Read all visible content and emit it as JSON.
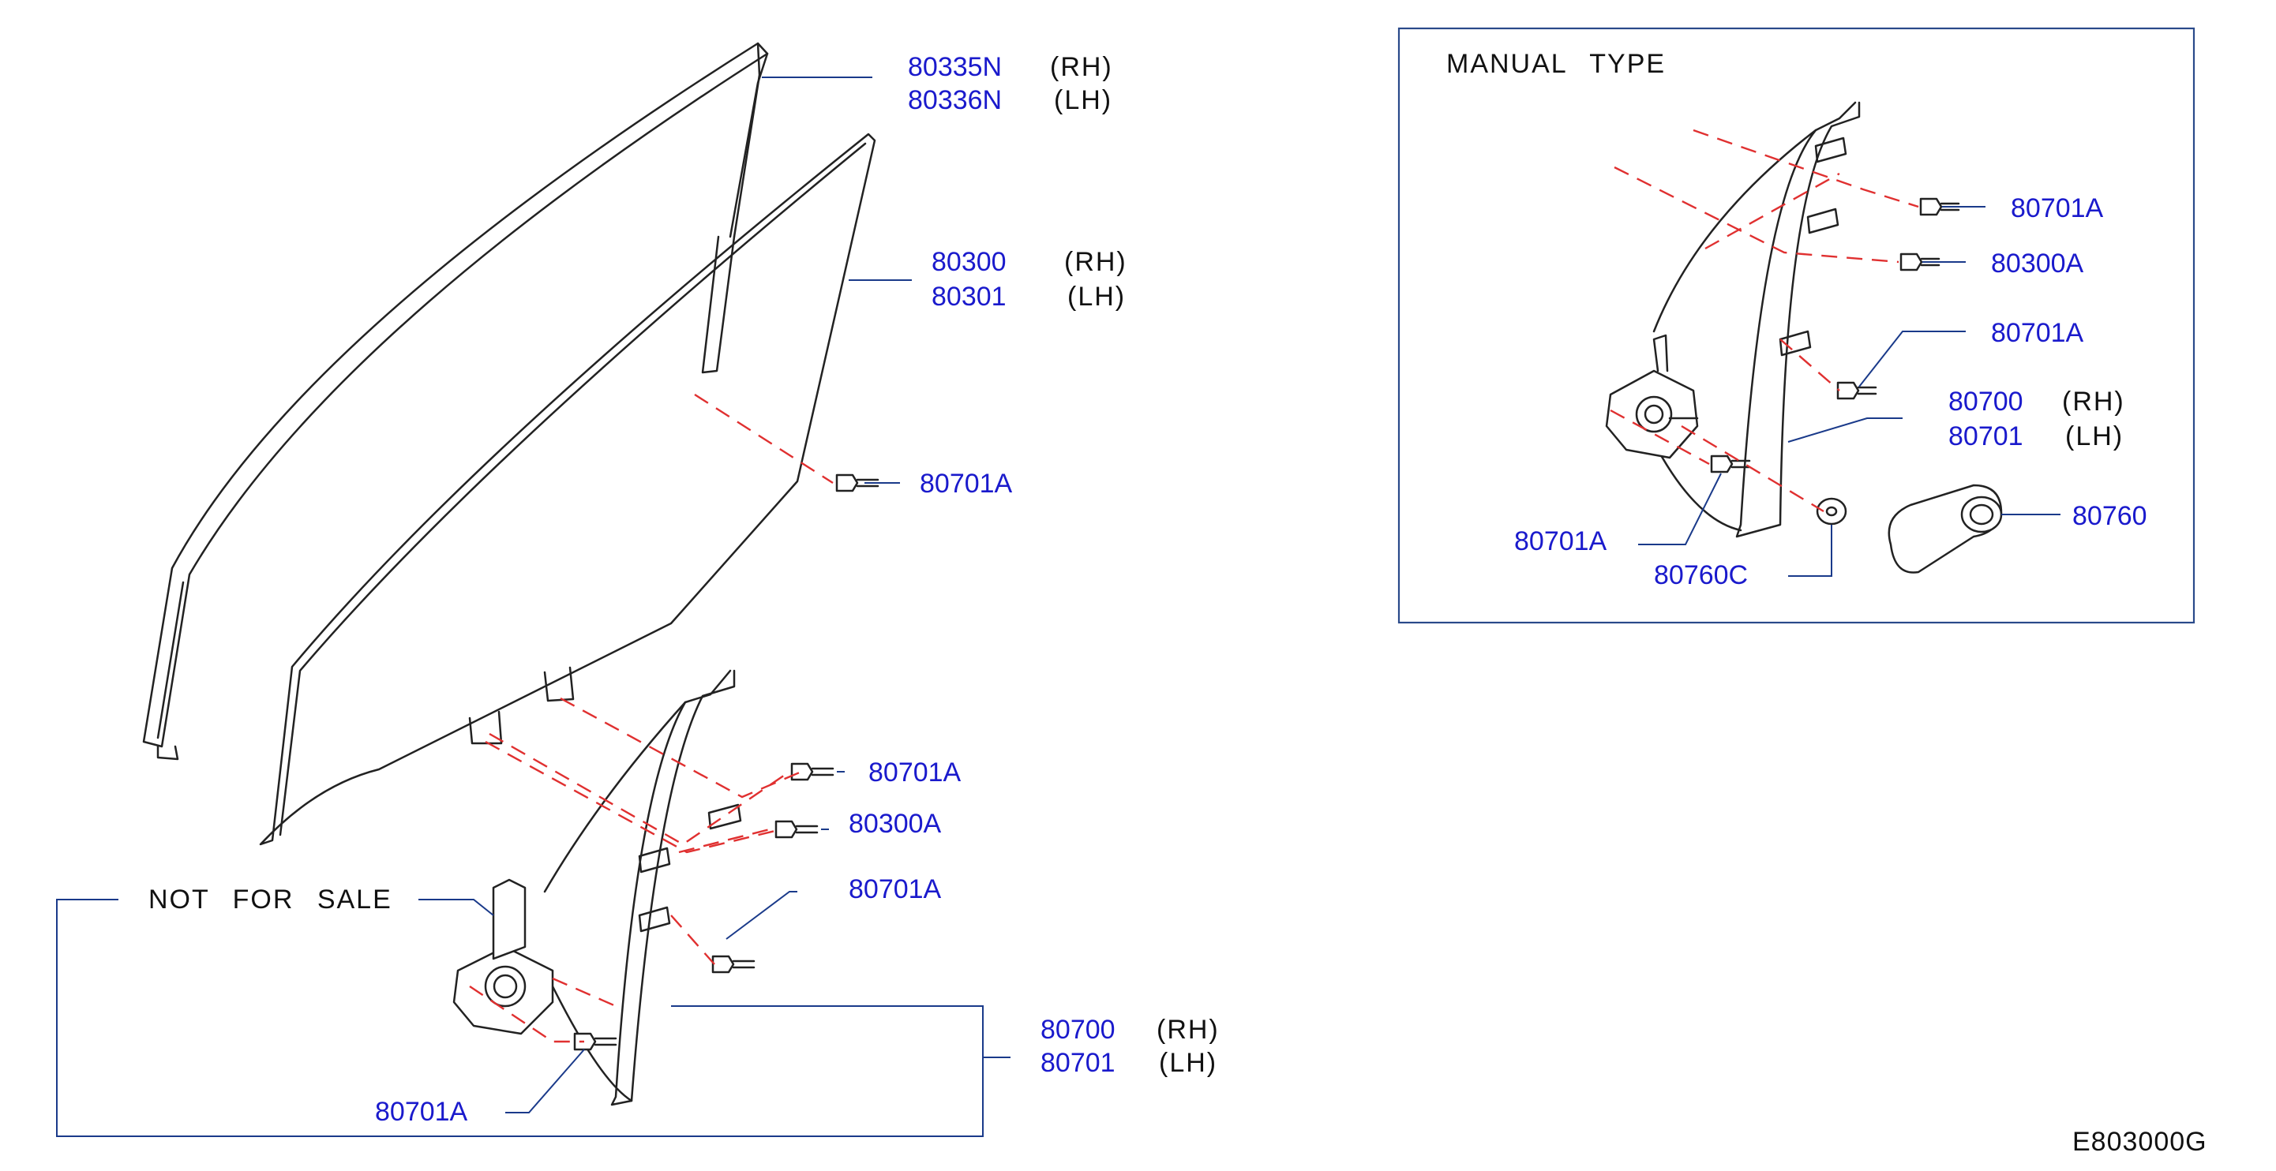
{
  "diagram_code": "E803000G",
  "labels": {
    "sash_rh": {
      "num": "80335N",
      "side": "(RH)"
    },
    "sash_lh": {
      "num": "80336N",
      "side": "(LH)"
    },
    "glass_rh": {
      "num": "80300",
      "side": "(RH)"
    },
    "glass_lh": {
      "num": "80301",
      "side": "(LH)"
    },
    "bolt_glass": "80701A",
    "bolt_reg_1": "80701A",
    "bolt_reg_2": "80300A",
    "bolt_reg_3": "80701A",
    "bolt_reg_4": "80701A",
    "not_for_sale": "NOT FOR SALE",
    "reg_rh": {
      "num": "80700",
      "side": "(RH)"
    },
    "reg_lh": {
      "num": "80701",
      "side": "(LH)"
    }
  },
  "manual_type": {
    "title": "MANUAL TYPE",
    "bolt_1": "80701A",
    "bolt_2": "80300A",
    "bolt_3": "80701A",
    "reg_rh": {
      "num": "80700",
      "side": "(RH)"
    },
    "reg_lh": {
      "num": "80701",
      "side": "(LH)"
    },
    "bolt_4": "80701A",
    "washer": "80760C",
    "handle": "80760"
  },
  "colors": {
    "part_number": "#1a1acc",
    "leader": "#1a3a8a",
    "hidden_line": "#e03030",
    "outline": "#222222"
  }
}
